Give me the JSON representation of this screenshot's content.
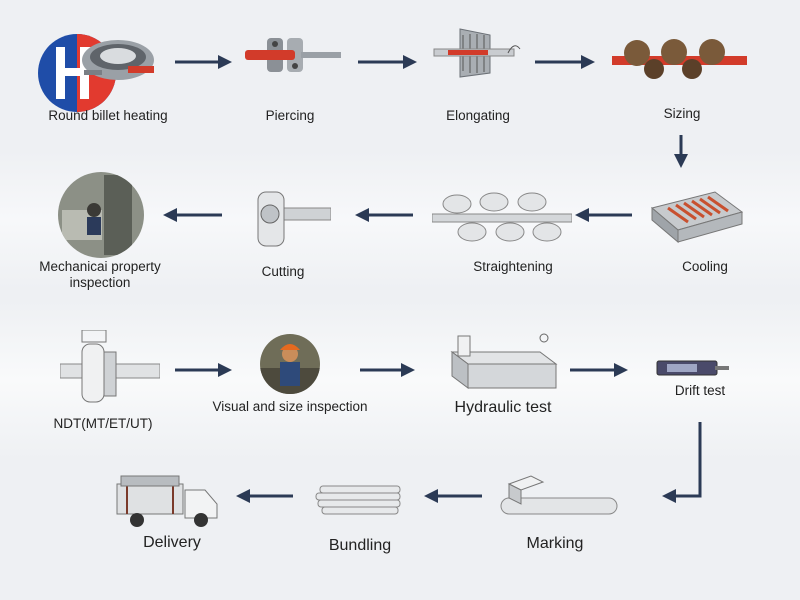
{
  "colors": {
    "arrow": "#2b3a55",
    "logo_blue": "#1f4da8",
    "logo_red": "#e23a2f",
    "steel": "#c4c8cc",
    "hot": "#d23b2a"
  },
  "logo": {
    "icon": "company-logo"
  },
  "steps": [
    {
      "key": "round_billet_heating",
      "label": "Round billet heating",
      "icon": "furnace-icon"
    },
    {
      "key": "piercing",
      "label": "Piercing",
      "icon": "piercing-mill-icon"
    },
    {
      "key": "elongating",
      "label": "Elongating",
      "icon": "elongating-mill-icon"
    },
    {
      "key": "sizing",
      "label": "Sizing",
      "icon": "sizing-rollers-icon"
    },
    {
      "key": "cooling",
      "label": "Cooling",
      "icon": "cooling-bed-icon"
    },
    {
      "key": "straightening",
      "label": "Straightening",
      "icon": "straightener-icon"
    },
    {
      "key": "cutting",
      "label": "Cutting",
      "icon": "saw-icon"
    },
    {
      "key": "mechanical_property",
      "label": "Mechanicai property inspection",
      "icon": "lab-photo-icon"
    },
    {
      "key": "ndt",
      "label": "NDT(MT/ET/UT)",
      "icon": "ndt-icon"
    },
    {
      "key": "visual",
      "label": "Visual and size inspection",
      "icon": "inspector-photo-icon"
    },
    {
      "key": "hydraulic",
      "label": "Hydraulic test",
      "icon": "hydraulic-tester-icon"
    },
    {
      "key": "drift",
      "label": "Drift test",
      "icon": "drift-gauge-icon"
    },
    {
      "key": "marking",
      "label": "Marking",
      "icon": "marking-icon"
    },
    {
      "key": "bundling",
      "label": "Bundling",
      "icon": "bundle-icon"
    },
    {
      "key": "delivery",
      "label": "Delivery",
      "icon": "truck-icon"
    }
  ]
}
